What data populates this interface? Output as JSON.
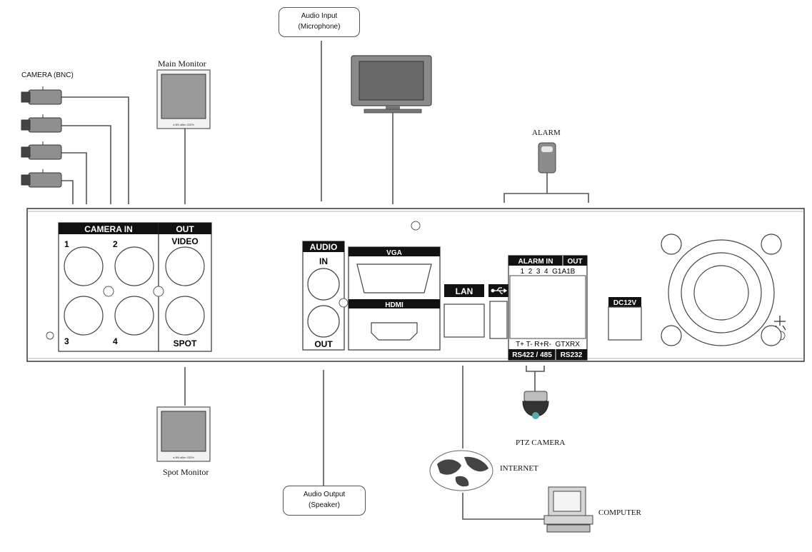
{
  "labels": {
    "camera_bnc": "CAMERA (BNC)",
    "main_monitor": "Main Monitor",
    "spot_monitor": "Spot Monitor",
    "audio_input_line1": "Audio Input",
    "audio_input_line2": "(Microphone)",
    "audio_output_line1": "Audio Output",
    "audio_output_line2": "(Speaker)",
    "alarm": "ALARM",
    "ptz_camera": "PTZ CAMERA",
    "internet": "INTERNET",
    "computer": "COMPUTER"
  },
  "panel": {
    "camera_in": "CAMERA IN",
    "out": "OUT",
    "video": "VIDEO",
    "spot": "SPOT",
    "ch1": "1",
    "ch2": "2",
    "ch3": "3",
    "ch4": "4",
    "audio": "AUDIO",
    "audio_in": "IN",
    "audio_out": "OUT",
    "vga": "VGA",
    "hdmi": "HDMI",
    "lan": "LAN",
    "usb_icon": "usb-icon",
    "alarm_in": "ALARM IN",
    "alarm_out": "OUT",
    "alarm_pins_top": "1  2  3  4  G1A1B",
    "alarm_pins_bottom": "T+ T- R+R-  GTXRX",
    "rs422": "RS422 / 485",
    "rs232": "RS232",
    "dc12v": "DC12V"
  },
  "monitor_screen_text": "a  BN  aBm 333%",
  "colors": {
    "line": "#555555",
    "panel_border": "#333333",
    "header_fill": "#111111",
    "device_gray": "#9a9a9a"
  }
}
